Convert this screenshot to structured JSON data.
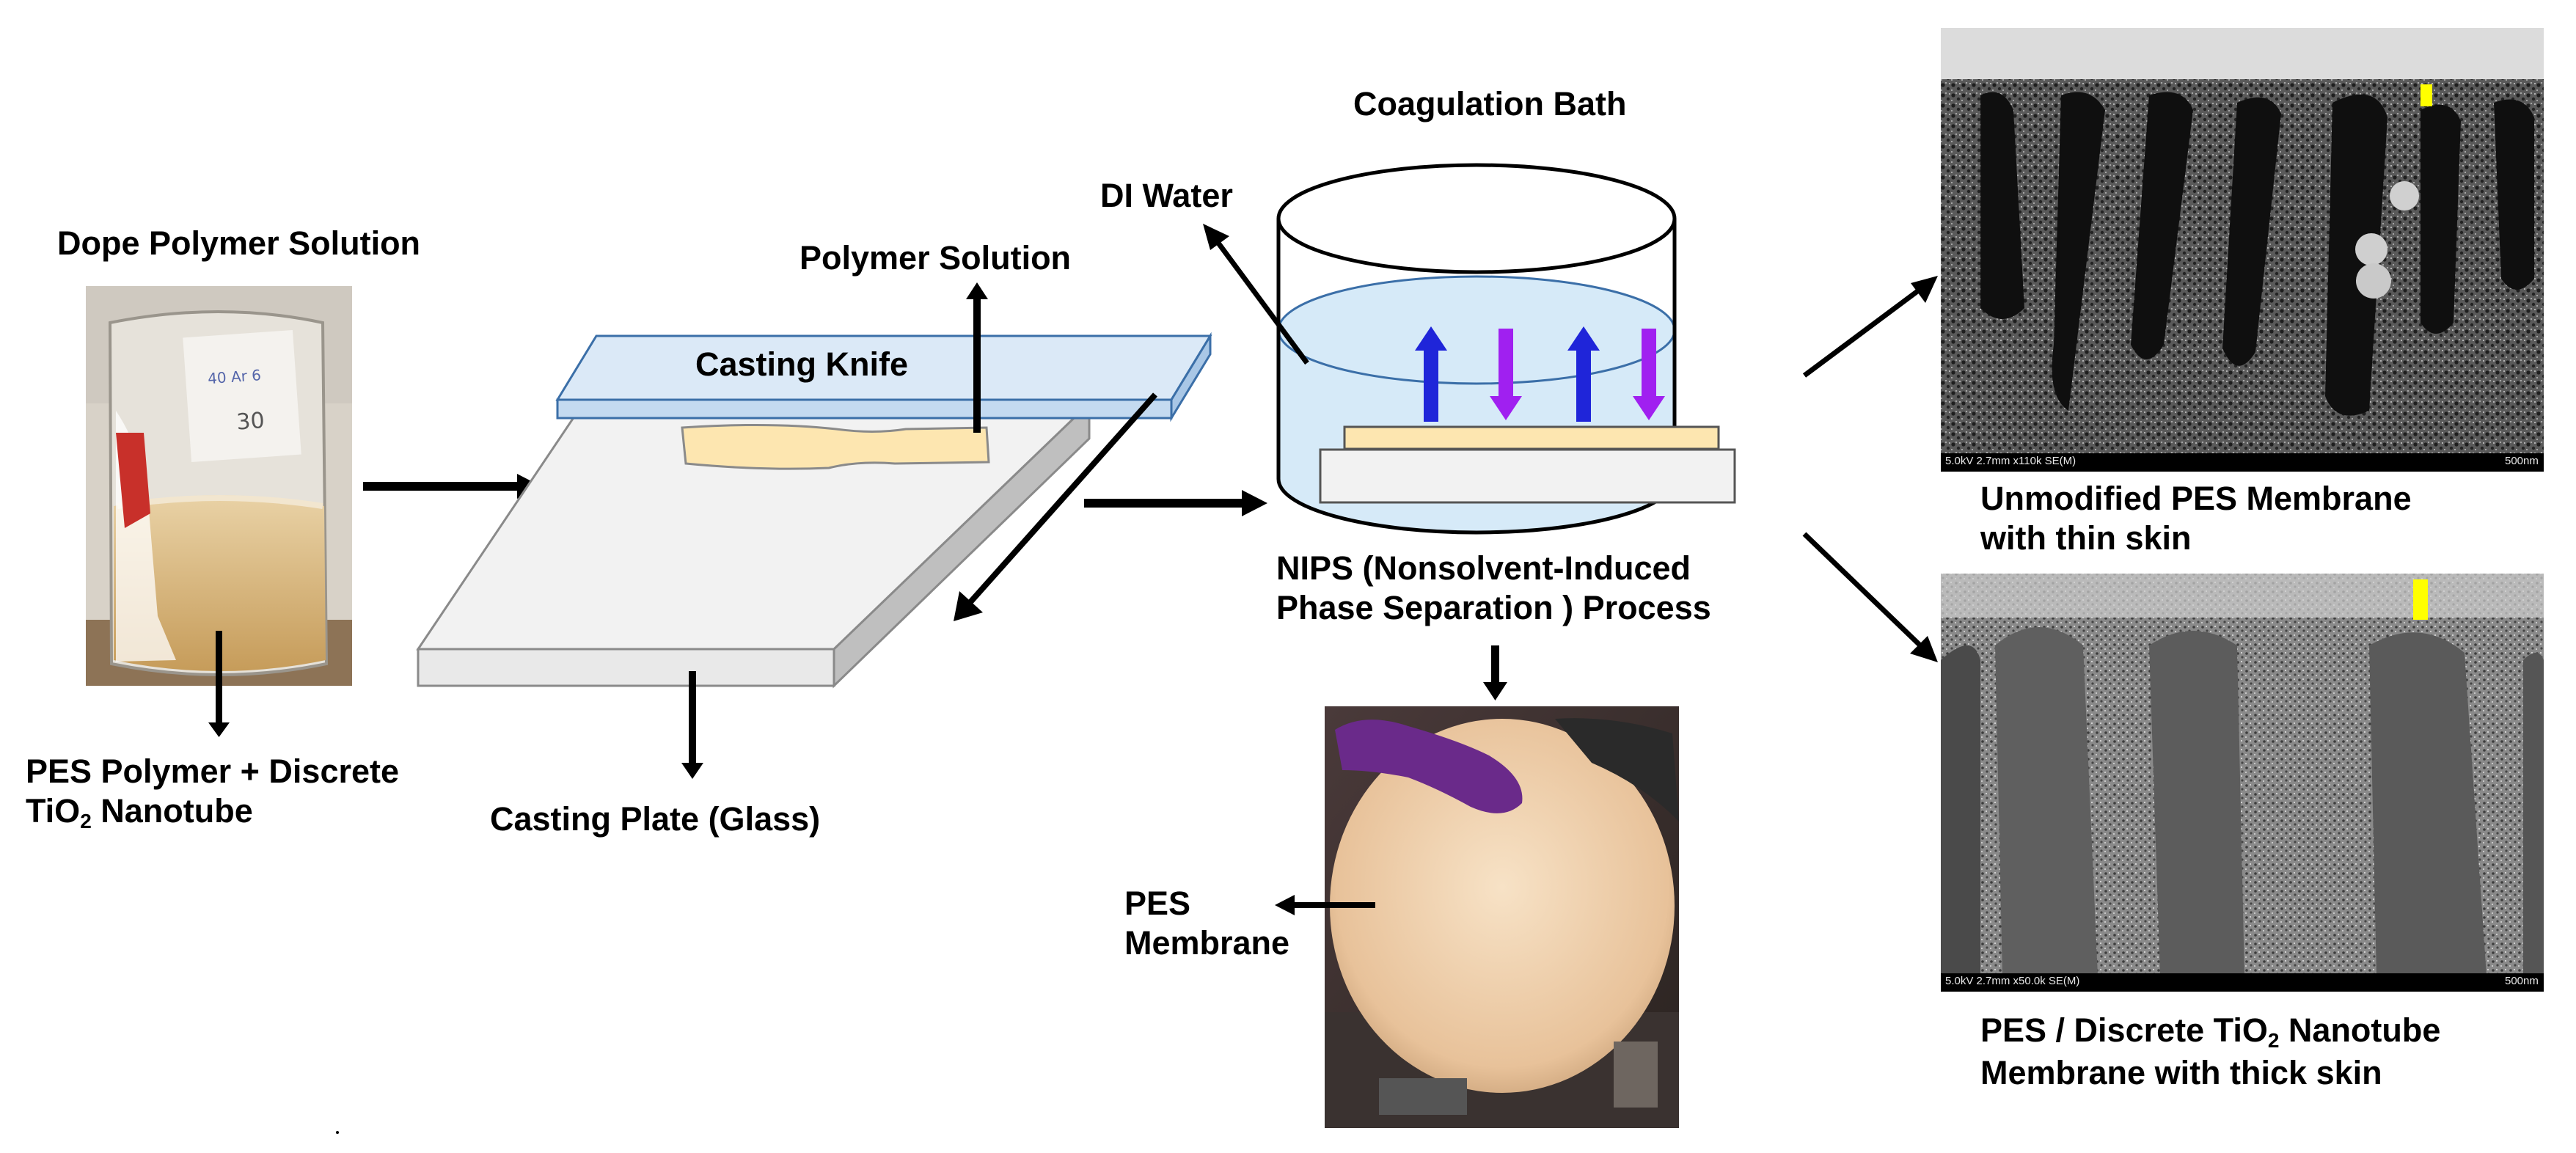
{
  "labels": {
    "dope_title": "Dope Polymer Solution",
    "pes_poly_line1": "PES Polymer + Discrete",
    "pes_poly_line2_a": "TiO",
    "pes_poly_line2_sub": "2",
    "pes_poly_line2_b": " Nanotube",
    "polymer_solution": "Polymer Solution",
    "casting_knife": "Casting Knife",
    "casting_plate": "Casting Plate (Glass)",
    "coagulation_bath": "Coagulation Bath",
    "di_water": "DI Water",
    "nips_line1": "NIPS (Nonsolvent-Induced",
    "nips_line2": "Phase Separation ) Process",
    "pes_membrane_line1": "PES",
    "pes_membrane_line2": "Membrane",
    "unmod_line1": "Unmodified PES Membrane",
    "unmod_line2": "with thin skin",
    "tio2_line1_a": "PES / Discrete TiO",
    "tio2_line1_sub": "2",
    "tio2_line1_b": " Nanotube",
    "tio2_line2": "Membrane with thick skin"
  },
  "sem_top": {
    "left": "5.0kV 2.7mm x110k SE(M)",
    "right": "500nm"
  },
  "sem_bottom": {
    "left": "5.0kV 2.7mm x50.0k SE(M)",
    "right": "500nm"
  },
  "beaker_text": {
    "line1": "40 Ar 6",
    "line2": "30"
  },
  "colors": {
    "knife_fill": "#dbe9f7",
    "knife_stroke": "#3b6fa8",
    "film_fill": "#fde6b0",
    "plate_fill": "#f2f2f2",
    "bath_water": "#d6eaf8",
    "arrow_up": "#1f25d9",
    "arrow_down": "#a020f0",
    "skin_marker": "#ffff00"
  }
}
